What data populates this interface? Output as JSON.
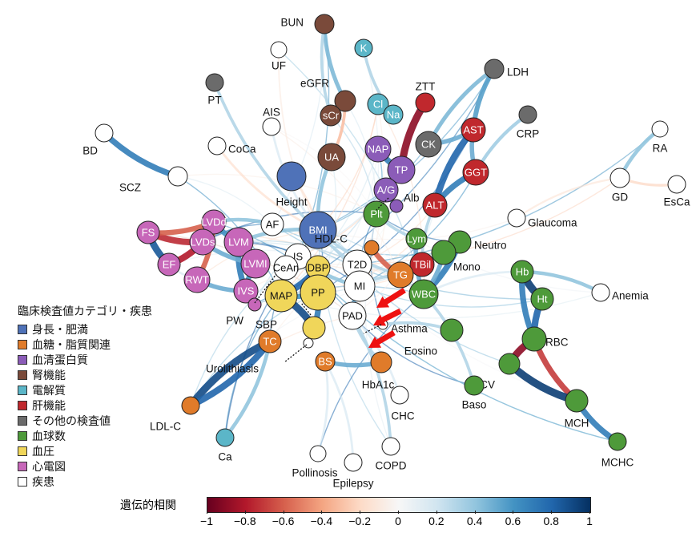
{
  "legend": {
    "title": "臨床検査値カテゴリ・疾患",
    "items": [
      {
        "label": "身長・肥満",
        "color": "#4f72b8"
      },
      {
        "label": "血糖・脂質関連",
        "color": "#e07b2a"
      },
      {
        "label": "血清蛋白質",
        "color": "#8b5cb8"
      },
      {
        "label": "腎機能",
        "color": "#7a4a3a"
      },
      {
        "label": "電解質",
        "color": "#5bb6c8"
      },
      {
        "label": "肝機能",
        "color": "#c0282d"
      },
      {
        "label": "その他の検査値",
        "color": "#6b6b6b"
      },
      {
        "label": "血球数",
        "color": "#4e9a3a"
      },
      {
        "label": "血圧",
        "color": "#f0d65a"
      },
      {
        "label": "心電図",
        "color": "#c767b9"
      },
      {
        "label": "疾患",
        "color": "#ffffff"
      }
    ]
  },
  "colorbar": {
    "title": "遺伝的相関",
    "ticks": [
      "−1",
      "−0.8",
      "−0.6",
      "−0.4",
      "−0.2",
      "0",
      "0.2",
      "0.4",
      "0.6",
      "0.8",
      "1"
    ]
  },
  "nodes": [
    {
      "id": "BUN",
      "label": "BUN",
      "cat": "kidney",
      "pos": "left"
    },
    {
      "id": "K",
      "label": "K",
      "cat": "electrolyte",
      "pos": "in"
    },
    {
      "id": "UF",
      "label": "UF",
      "cat": "disease",
      "pos": "below"
    },
    {
      "id": "eGFR",
      "label": "eGFR",
      "cat": "kidney",
      "pos": "left"
    },
    {
      "id": "PT",
      "label": "PT",
      "cat": "other",
      "pos": "below"
    },
    {
      "id": "sCr",
      "label": "sCr",
      "cat": "kidney",
      "pos": "in"
    },
    {
      "id": "Cl",
      "label": "Cl",
      "cat": "electrolyte",
      "pos": "in"
    },
    {
      "id": "Na",
      "label": "Na",
      "cat": "electrolyte",
      "pos": "in"
    },
    {
      "id": "ZTT",
      "label": "ZTT",
      "cat": "liver",
      "pos": "above"
    },
    {
      "id": "LDH",
      "label": "LDH",
      "cat": "other",
      "pos": "right"
    },
    {
      "id": "AIS",
      "label": "AIS",
      "cat": "disease",
      "pos": "above"
    },
    {
      "id": "CK",
      "label": "CK",
      "cat": "other",
      "pos": "in"
    },
    {
      "id": "AST",
      "label": "AST",
      "cat": "liver",
      "pos": "in"
    },
    {
      "id": "CRP",
      "label": "CRP",
      "cat": "other",
      "pos": "below"
    },
    {
      "id": "BD",
      "label": "BD",
      "cat": "disease",
      "pos": "below"
    },
    {
      "id": "CoCa",
      "label": "CoCa",
      "cat": "disease",
      "pos": "right"
    },
    {
      "id": "UA",
      "label": "UA",
      "cat": "kidney",
      "pos": "in"
    },
    {
      "id": "NAP",
      "label": "NAP",
      "cat": "protein",
      "pos": "in"
    },
    {
      "id": "RA",
      "label": "RA",
      "cat": "disease",
      "pos": "below"
    },
    {
      "id": "TP",
      "label": "TP",
      "cat": "protein",
      "pos": "in"
    },
    {
      "id": "GGT",
      "label": "GGT",
      "cat": "liver",
      "pos": "in"
    },
    {
      "id": "SCZ",
      "label": "SCZ",
      "cat": "disease",
      "pos": "left"
    },
    {
      "id": "Height",
      "label": "Height",
      "cat": "body",
      "pos": "below"
    },
    {
      "id": "GD",
      "label": "GD",
      "cat": "disease",
      "pos": "below"
    },
    {
      "id": "EsCa",
      "label": "EsCa",
      "cat": "disease",
      "pos": "below"
    },
    {
      "id": "AG",
      "label": "A/G",
      "cat": "protein",
      "pos": "in"
    },
    {
      "id": "Alb",
      "label": "Alb",
      "cat": "protein",
      "pos": "right"
    },
    {
      "id": "ALT",
      "label": "ALT",
      "cat": "liver",
      "pos": "in"
    },
    {
      "id": "Plt",
      "label": "Plt",
      "cat": "blood",
      "pos": "in"
    },
    {
      "id": "Glaucoma",
      "label": "Glaucoma",
      "cat": "disease",
      "pos": "right"
    },
    {
      "id": "LVDd",
      "label": "LVDd",
      "cat": "ecg",
      "pos": "in"
    },
    {
      "id": "AF",
      "label": "AF",
      "cat": "disease",
      "pos": "in"
    },
    {
      "id": "BMI",
      "label": "BMI",
      "cat": "body",
      "pos": "in"
    },
    {
      "id": "FS",
      "label": "FS",
      "cat": "ecg",
      "pos": "in"
    },
    {
      "id": "LVM",
      "label": "LVM",
      "cat": "ecg",
      "pos": "in"
    },
    {
      "id": "LVDs",
      "label": "LVDs",
      "cat": "ecg",
      "pos": "in"
    },
    {
      "id": "HDLC",
      "label": "HDL-C",
      "cat": "lipid",
      "pos": "left"
    },
    {
      "id": "Lym",
      "label": "Lym",
      "cat": "blood",
      "pos": "in"
    },
    {
      "id": "Neutro",
      "label": "Neutro",
      "cat": "blood",
      "pos": "right"
    },
    {
      "id": "IS",
      "label": "IS",
      "cat": "disease",
      "pos": "in"
    },
    {
      "id": "EF",
      "label": "EF",
      "cat": "ecg",
      "pos": "in"
    },
    {
      "id": "T2D",
      "label": "T2D",
      "cat": "disease",
      "pos": "in"
    },
    {
      "id": "Mono",
      "label": "Mono",
      "cat": "blood",
      "pos": "right"
    },
    {
      "id": "TBil",
      "label": "TBil",
      "cat": "liver",
      "pos": "in"
    },
    {
      "id": "LVMI",
      "label": "LVMI",
      "cat": "ecg",
      "pos": "in"
    },
    {
      "id": "CeAn",
      "label": "CeAn",
      "cat": "disease",
      "pos": "in"
    },
    {
      "id": "DBP",
      "label": "DBP",
      "cat": "bp",
      "pos": "in"
    },
    {
      "id": "Hb",
      "label": "Hb",
      "cat": "blood",
      "pos": "in"
    },
    {
      "id": "RWT",
      "label": "RWT",
      "cat": "ecg",
      "pos": "in"
    },
    {
      "id": "TG",
      "label": "TG",
      "cat": "lipid",
      "pos": "in"
    },
    {
      "id": "MI",
      "label": "MI",
      "cat": "disease",
      "pos": "in"
    },
    {
      "id": "IVS",
      "label": "IVS",
      "cat": "ecg",
      "pos": "in"
    },
    {
      "id": "MAP",
      "label": "MAP",
      "cat": "bp",
      "pos": "in"
    },
    {
      "id": "PP",
      "label": "PP",
      "cat": "bp",
      "pos": "in"
    },
    {
      "id": "WBC",
      "label": "WBC",
      "cat": "blood",
      "pos": "in"
    },
    {
      "id": "Ht",
      "label": "Ht",
      "cat": "blood",
      "pos": "in"
    },
    {
      "id": "Anemia",
      "label": "Anemia",
      "cat": "disease",
      "pos": "right"
    },
    {
      "id": "PW",
      "label": "PW",
      "cat": "ecg",
      "pos": "below"
    },
    {
      "id": "SBP",
      "label": "SBP",
      "cat": "bp",
      "pos": "left"
    },
    {
      "id": "PAD",
      "label": "PAD",
      "cat": "disease",
      "pos": "in"
    },
    {
      "id": "Asthma",
      "label": "Asthma",
      "cat": "disease",
      "pos": "right"
    },
    {
      "id": "Eosino",
      "label": "Eosino",
      "cat": "blood",
      "pos": "below"
    },
    {
      "id": "RBC",
      "label": "RBC",
      "cat": "blood",
      "pos": "right"
    },
    {
      "id": "TC",
      "label": "TC",
      "cat": "lipid",
      "pos": "in"
    },
    {
      "id": "Urolithiasis",
      "label": "Urolithiasis",
      "cat": "disease",
      "pos": "below"
    },
    {
      "id": "BS",
      "label": "BS",
      "cat": "lipid",
      "pos": "in"
    },
    {
      "id": "HbA1c",
      "label": "HbA1c",
      "cat": "lipid",
      "pos": "below"
    },
    {
      "id": "MCV",
      "label": "MCV",
      "cat": "blood",
      "pos": "below"
    },
    {
      "id": "Baso",
      "label": "Baso",
      "cat": "blood",
      "pos": "below"
    },
    {
      "id": "LDLC",
      "label": "LDL-C",
      "cat": "lipid",
      "pos": "below"
    },
    {
      "id": "CHC",
      "label": "CHC",
      "cat": "disease",
      "pos": "below"
    },
    {
      "id": "MCH",
      "label": "MCH",
      "cat": "blood",
      "pos": "below"
    },
    {
      "id": "Ca",
      "label": "Ca",
      "cat": "electrolyte",
      "pos": "below"
    },
    {
      "id": "COPD",
      "label": "COPD",
      "cat": "disease",
      "pos": "below"
    },
    {
      "id": "Pollinosis",
      "label": "Pollinosis",
      "cat": "disease",
      "pos": "below"
    },
    {
      "id": "Epilepsy",
      "label": "Epilepsy",
      "cat": "disease",
      "pos": "below"
    },
    {
      "id": "MCHC",
      "label": "MCHC",
      "cat": "blood",
      "pos": "below"
    }
  ],
  "cat_colors": {
    "body": "#4f72b8",
    "lipid": "#e07b2a",
    "protein": "#8b5cb8",
    "kidney": "#7a4a3a",
    "electrolyte": "#5bb6c8",
    "liver": "#c0282d",
    "other": "#6b6b6b",
    "blood": "#4e9a3a",
    "bp": "#f0d65a",
    "ecg": "#c767b9",
    "disease": "#ffffff"
  },
  "edges": [
    [
      "BUN",
      "eGFR",
      0.45
    ],
    [
      "BUN",
      "sCr",
      0.3
    ],
    [
      "eGFR",
      "sCr",
      -0.35
    ],
    [
      "K",
      "Na",
      0.3
    ],
    [
      "Cl",
      "Na",
      0.6
    ],
    [
      "ZTT",
      "TP",
      -0.9
    ],
    [
      "LDH",
      "AST",
      0.55
    ],
    [
      "LDH",
      "CK",
      0.45
    ],
    [
      "CK",
      "AST",
      0.5
    ],
    [
      "AST",
      "ALT",
      0.8
    ],
    [
      "AST",
      "GGT",
      0.5
    ],
    [
      "CRP",
      "GGT",
      0.35
    ],
    [
      "BD",
      "SCZ",
      0.7
    ],
    [
      "RA",
      "GD",
      0.4
    ],
    [
      "GD",
      "EsCa",
      -0.25
    ],
    [
      "GD",
      "Glaucoma",
      -0.15
    ],
    [
      "NAP",
      "TP",
      0.7
    ],
    [
      "TP",
      "AG",
      -0.4
    ],
    [
      "AG",
      "Alb",
      0.5
    ],
    [
      "GGT",
      "ALT",
      0.7
    ],
    [
      "ALT",
      "TBil",
      0.3
    ],
    [
      "FS",
      "EF",
      0.85
    ],
    [
      "FS",
      "LVDs",
      -0.75
    ],
    [
      "FS",
      "LVDd",
      -0.6
    ],
    [
      "EF",
      "LVDs",
      -0.8
    ],
    [
      "EF",
      "RWT",
      0.2
    ],
    [
      "RWT",
      "LVDd",
      -0.6
    ],
    [
      "LVDs",
      "LVDd",
      0.85
    ],
    [
      "LVM",
      "LVMI",
      0.95
    ],
    [
      "LVM",
      "IVS",
      0.7
    ],
    [
      "LVMI",
      "IVS",
      0.6
    ],
    [
      "LVDd",
      "LVM",
      0.6
    ],
    [
      "LVDs",
      "LVMI",
      0.5
    ],
    [
      "RWT",
      "IVS",
      0.5
    ],
    [
      "IVS",
      "PW",
      0.6
    ],
    [
      "MAP",
      "PP",
      0.6
    ],
    [
      "MAP",
      "DBP",
      0.8
    ],
    [
      "SBP",
      "MAP",
      0.9
    ],
    [
      "SBP",
      "PP",
      0.7
    ],
    [
      "BMI",
      "Height",
      -0.2
    ],
    [
      "BMI",
      "T2D",
      0.3
    ],
    [
      "BMI",
      "LVM",
      0.4
    ],
    [
      "BMI",
      "TG",
      0.3
    ],
    [
      "HDLC",
      "TG",
      -0.6
    ],
    [
      "T2D",
      "MI",
      0.3
    ],
    [
      "MI",
      "PAD",
      0.5
    ],
    [
      "TG",
      "MI",
      0.3
    ],
    [
      "Hb",
      "Ht",
      0.95
    ],
    [
      "Hb",
      "RBC",
      0.7
    ],
    [
      "Ht",
      "RBC",
      0.8
    ],
    [
      "RBC",
      "MCV",
      -0.9
    ],
    [
      "RBC",
      "MCH",
      -0.7
    ],
    [
      "MCV",
      "MCH",
      0.95
    ],
    [
      "MCH",
      "MCHC",
      0.7
    ],
    [
      "Hb",
      "WBC",
      0.2
    ],
    [
      "WBC",
      "Neutro",
      0.7
    ],
    [
      "WBC",
      "Mono",
      0.5
    ],
    [
      "Lym",
      "WBC",
      0.5
    ],
    [
      "Eosino",
      "Asthma",
      0.3
    ],
    [
      "Baso",
      "WBC",
      0.3
    ],
    [
      "TC",
      "LDLC",
      0.9
    ],
    [
      "LDLC",
      "TC",
      0.8
    ],
    [
      "Ca",
      "TC",
      0.4
    ],
    [
      "BS",
      "HbA1c",
      0.5
    ],
    [
      "PAD",
      "HbA1c",
      0.3
    ],
    [
      "CHC",
      "PAD",
      0.2
    ],
    [
      "COPD",
      "PAD",
      0.3
    ],
    [
      "Pollinosis",
      "BS",
      0.2
    ],
    [
      "Epilepsy",
      "BS",
      0.2
    ],
    [
      "Anemia",
      "Hb",
      0.4
    ],
    [
      "UA",
      "eGFR",
      -0.3
    ],
    [
      "UA",
      "BMI",
      0.4
    ],
    [
      "CoCa",
      "BMI",
      -0.2
    ],
    [
      "AIS",
      "BMI",
      0.2
    ],
    [
      "UF",
      "BMI",
      -0.1
    ],
    [
      "PT",
      "BMI",
      0.3
    ],
    [
      "Plt",
      "Lym",
      0.3
    ],
    [
      "CeAn",
      "IS",
      0.5
    ],
    [
      "AF",
      "LVDd",
      0.4
    ],
    [
      "IS",
      "MI",
      0.4
    ]
  ],
  "annotations": {
    "arrows_count": 3
  }
}
